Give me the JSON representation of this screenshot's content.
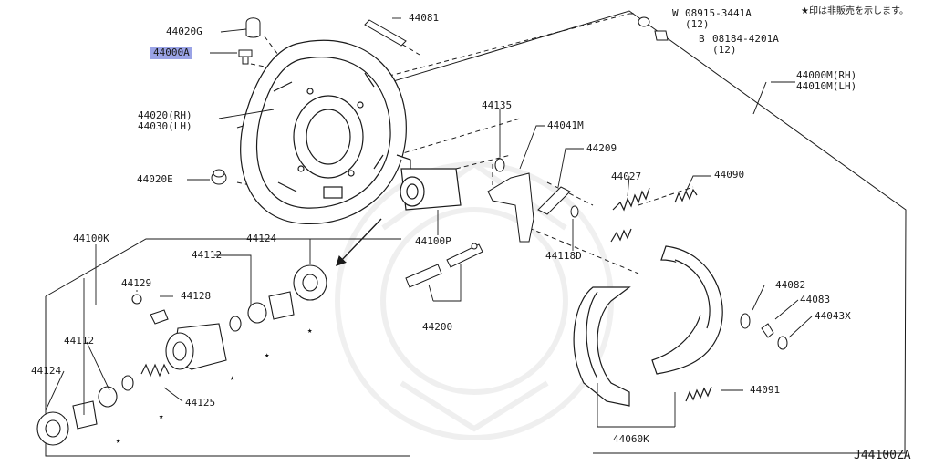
{
  "diagram_code": "J44100ZA",
  "note": "★印は非販売を示します。",
  "star_symbol": "★",
  "parts": {
    "p44020G": "44020G",
    "p44000A": "44000A",
    "p44081": "44081",
    "w08915_code": "08915-3441A",
    "w08915_qty": "(12)",
    "w08915_mark": "W",
    "b08184_code": "08184-4201A",
    "b08184_qty": "(12)",
    "b08184_mark": "B",
    "p44000M_rh": "44000M(RH)",
    "p44010M_lh": "44010M(LH)",
    "p44020_rh": "44020(RH)",
    "p44030_lh": "44030(LH)",
    "p44020E": "44020E",
    "p44135": "44135",
    "p44041M": "44041M",
    "p44209": "44209",
    "p44027": "44027",
    "p44090": "44090",
    "p44100P": "44100P",
    "p44118D": "44118D",
    "p44100K": "44100K",
    "p44112_top": "44112",
    "p44124_top": "44124",
    "p44129": "44129",
    "p44128": "44128",
    "p44112_left": "44112",
    "p44124_left": "44124",
    "p44125": "44125",
    "p44200": "44200",
    "p44082": "44082",
    "p44083": "44083",
    "p44043X": "44043X",
    "p44091": "44091",
    "p44060K": "44060K"
  },
  "highlighted_part": "44000A",
  "colors": {
    "highlight": "#9aa3e6",
    "line": "#1a1a1a",
    "watermark": "#000000"
  }
}
